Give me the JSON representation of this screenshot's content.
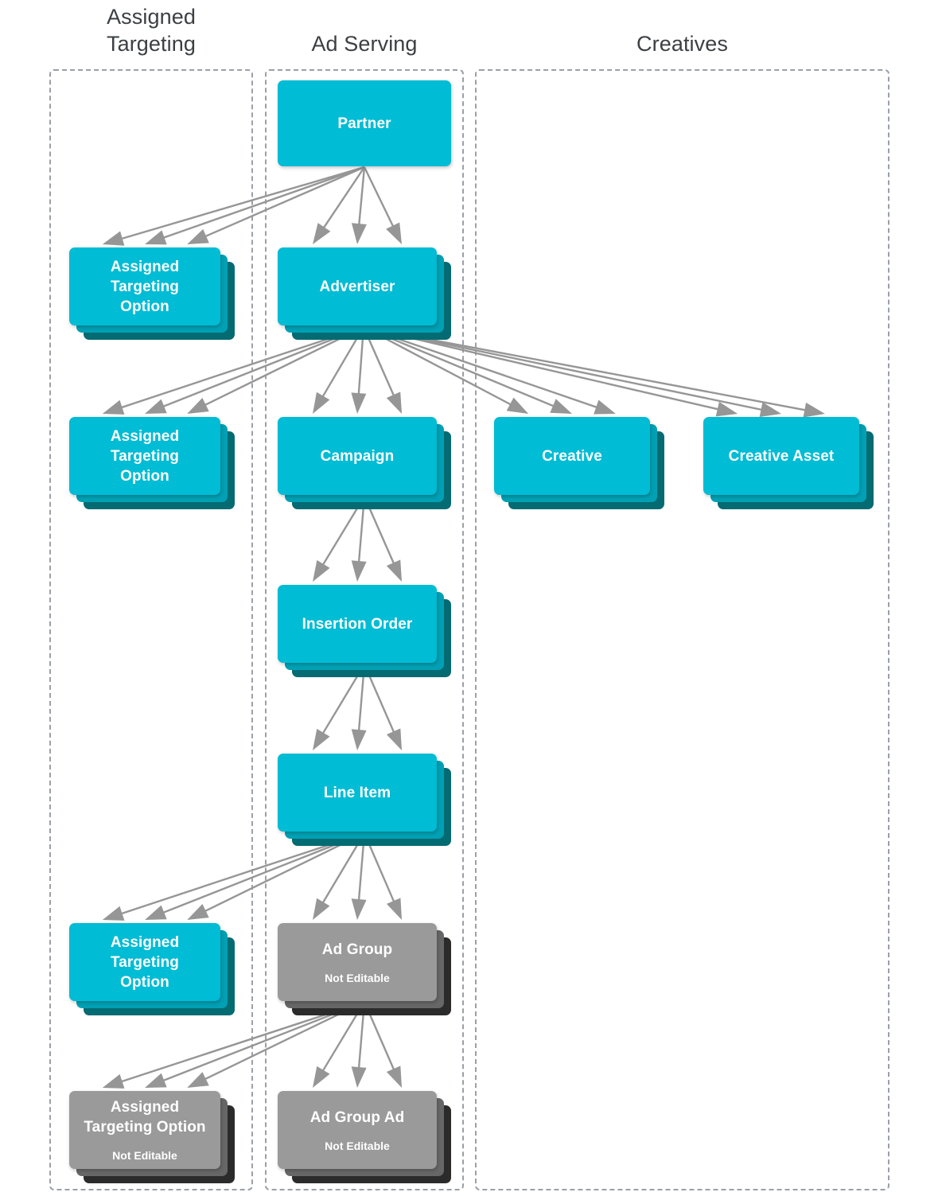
{
  "columns": [
    {
      "id": "assigned-targeting",
      "title": "Assigned\nTargeting"
    },
    {
      "id": "ad-serving",
      "title": "Ad Serving"
    },
    {
      "id": "creatives",
      "title": "Creatives"
    }
  ],
  "nodes": [
    {
      "id": "partner",
      "label": "Partner",
      "sub": "",
      "color": "cyan",
      "stack": 1,
      "column": "ad-serving"
    },
    {
      "id": "assigned-targeting-option-partner",
      "label": "Assigned\nTargeting\nOption",
      "sub": "",
      "color": "cyan",
      "stack": 3,
      "column": "assigned-targeting"
    },
    {
      "id": "advertiser",
      "label": "Advertiser",
      "sub": "",
      "color": "cyan",
      "stack": 3,
      "column": "ad-serving"
    },
    {
      "id": "assigned-targeting-option-advertiser",
      "label": "Assigned\nTargeting\nOption",
      "sub": "",
      "color": "cyan",
      "stack": 3,
      "column": "assigned-targeting"
    },
    {
      "id": "campaign",
      "label": "Campaign",
      "sub": "",
      "color": "cyan",
      "stack": 3,
      "column": "ad-serving"
    },
    {
      "id": "creative",
      "label": "Creative",
      "sub": "",
      "color": "cyan",
      "stack": 3,
      "column": "creatives"
    },
    {
      "id": "creative-asset",
      "label": "Creative Asset",
      "sub": "",
      "color": "cyan",
      "stack": 3,
      "column": "creatives"
    },
    {
      "id": "insertion-order",
      "label": "Insertion Order",
      "sub": "",
      "color": "cyan",
      "stack": 3,
      "column": "ad-serving"
    },
    {
      "id": "line-item",
      "label": "Line Item",
      "sub": "",
      "color": "cyan",
      "stack": 3,
      "column": "ad-serving"
    },
    {
      "id": "assigned-targeting-option-line-item",
      "label": "Assigned\nTargeting\nOption",
      "sub": "",
      "color": "cyan",
      "stack": 3,
      "column": "assigned-targeting"
    },
    {
      "id": "ad-group",
      "label": "Ad Group",
      "sub": "Not Editable",
      "color": "gray",
      "stack": 3,
      "column": "ad-serving"
    },
    {
      "id": "assigned-targeting-option-ad-group",
      "label": "Assigned\nTargeting Option",
      "sub": "Not Editable",
      "color": "gray",
      "stack": 3,
      "column": "assigned-targeting"
    },
    {
      "id": "ad-group-ad",
      "label": "Ad Group Ad",
      "sub": "Not Editable",
      "color": "gray",
      "stack": 3,
      "column": "ad-serving"
    }
  ],
  "edges": [
    {
      "from": "partner",
      "to": "assigned-targeting-option-partner",
      "count": 3
    },
    {
      "from": "partner",
      "to": "advertiser",
      "count": 3
    },
    {
      "from": "advertiser",
      "to": "assigned-targeting-option-advertiser",
      "count": 3
    },
    {
      "from": "advertiser",
      "to": "campaign",
      "count": 3
    },
    {
      "from": "advertiser",
      "to": "creative",
      "count": 3
    },
    {
      "from": "advertiser",
      "to": "creative-asset",
      "count": 3
    },
    {
      "from": "campaign",
      "to": "insertion-order",
      "count": 3
    },
    {
      "from": "insertion-order",
      "to": "line-item",
      "count": 3
    },
    {
      "from": "line-item",
      "to": "assigned-targeting-option-line-item",
      "count": 3
    },
    {
      "from": "line-item",
      "to": "ad-group",
      "count": 3
    },
    {
      "from": "ad-group",
      "to": "assigned-targeting-option-ad-group",
      "count": 3
    },
    {
      "from": "ad-group",
      "to": "ad-group-ad",
      "count": 3
    }
  ],
  "colors": {
    "card_cyan": "#00bcd4",
    "card_cyan_mid": "#01a0b4",
    "card_cyan_deep": "#046b73",
    "card_gray": "#9a9a9a",
    "card_gray_mid": "#676767",
    "card_gray_deep": "#2b2b2b",
    "lane_border": "#9aa0a6",
    "arrow": "#969696",
    "title_text": "#3c4043",
    "card_text": "#ffffff",
    "background": "#ffffff"
  },
  "labels": {
    "not_editable": "Not Editable"
  }
}
